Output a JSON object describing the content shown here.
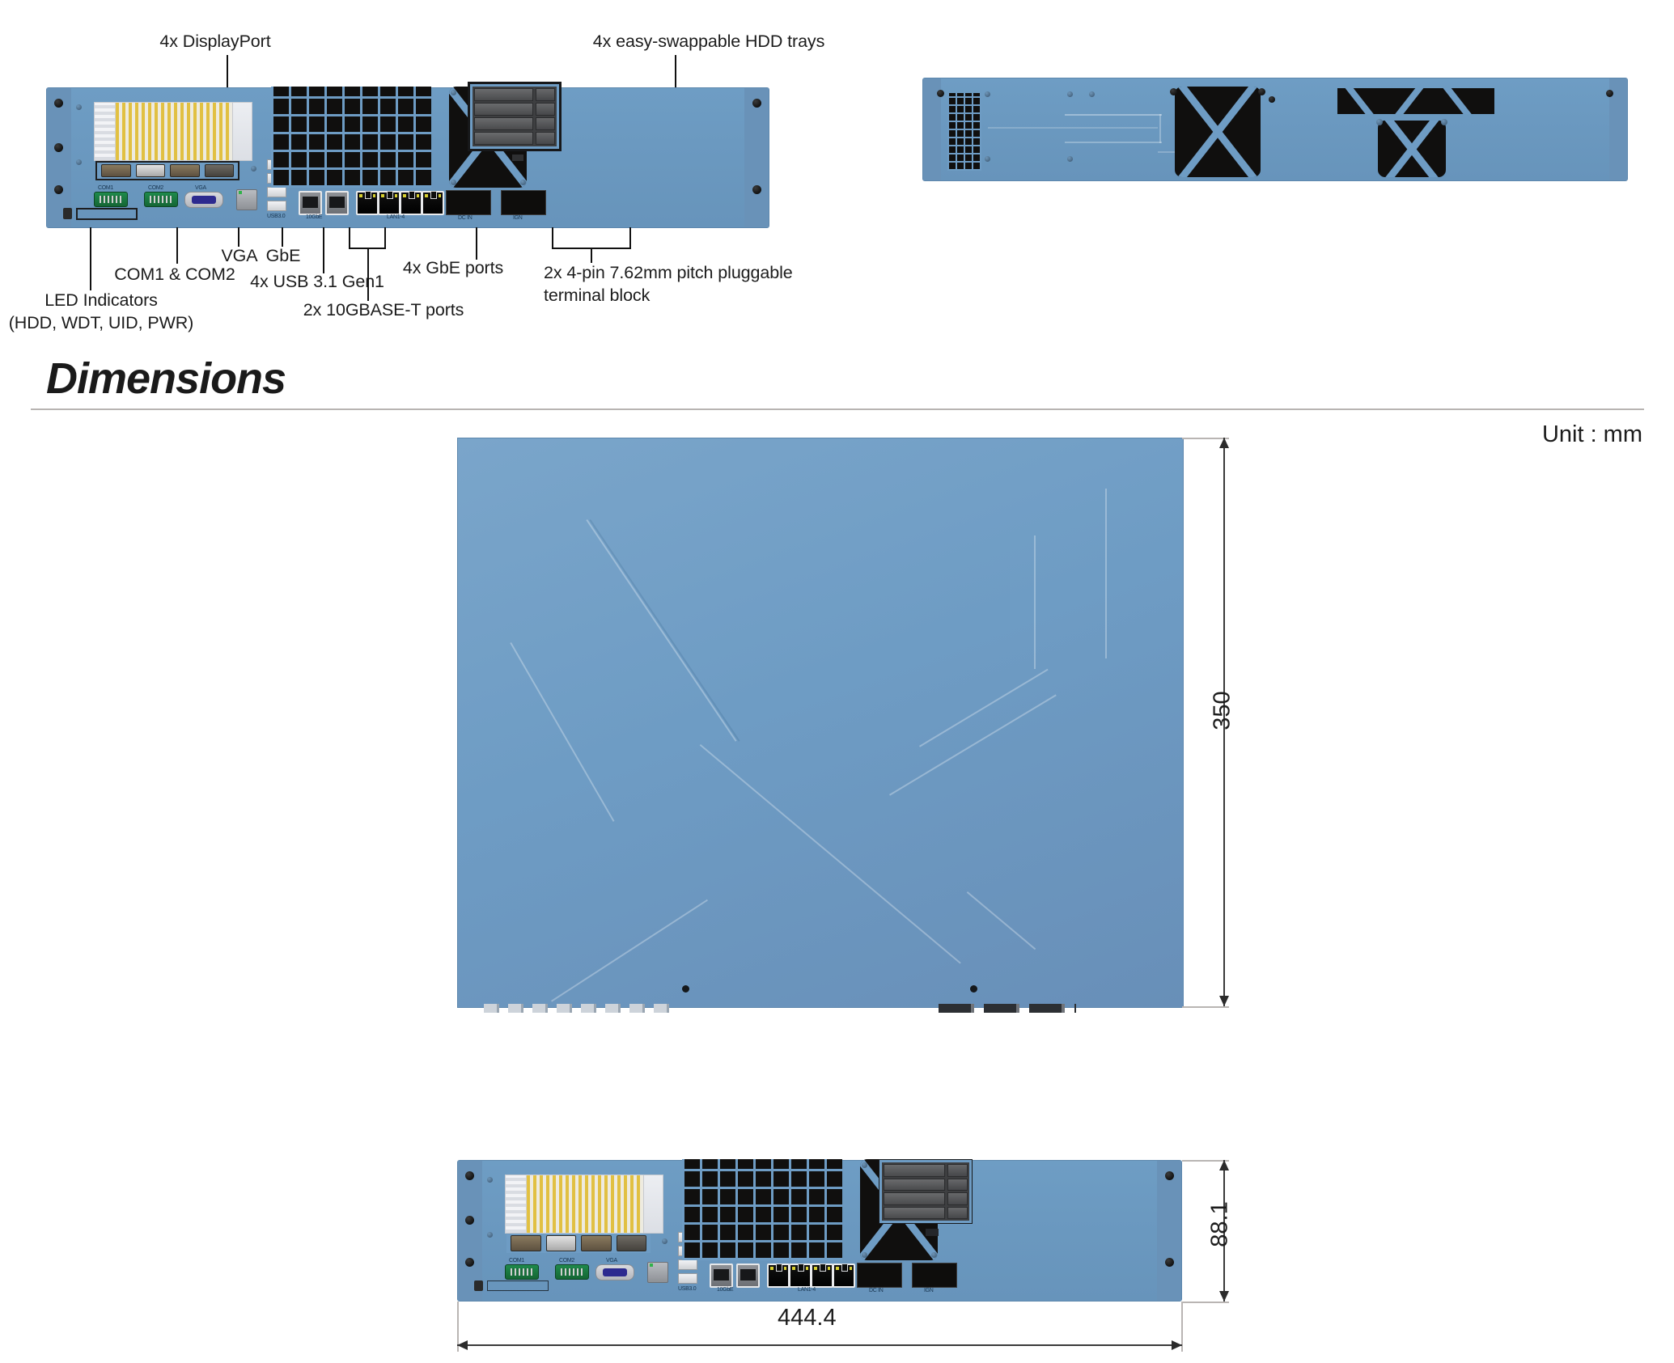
{
  "section": {
    "heading": "Dimensions",
    "unit_label": "Unit : mm"
  },
  "callouts": [
    {
      "id": "displayport",
      "text": "4x DisplayPort"
    },
    {
      "id": "hdd-trays",
      "text": "4x easy-swappable HDD trays"
    },
    {
      "id": "vga",
      "text": "VGA"
    },
    {
      "id": "gbe",
      "text": "GbE"
    },
    {
      "id": "com-ports",
      "text": "COM1 & COM2"
    },
    {
      "id": "led-indicators",
      "text": "LED Indicators\n(HDD, WDT, UID, PWR)"
    },
    {
      "id": "usb",
      "text": "4x USB 3.1 Gen1"
    },
    {
      "id": "tenbase",
      "text": "2x 10GBASE-T ports"
    },
    {
      "id": "gbe-ports",
      "text": "4x GbE ports"
    },
    {
      "id": "terminal-block",
      "text": "2x 4-pin 7.62mm pitch pluggable\nterminal block"
    }
  ],
  "dimensions": {
    "height_mm": "350",
    "front_height_mm": "88.1",
    "width_mm": "444.4"
  },
  "port_silk": {
    "com1": "COM1",
    "com2": "COM2",
    "vga": "VGA",
    "usb": "USB3.0",
    "tenG": "10GbE",
    "lan": "LAN1-4",
    "dc": "DC IN",
    "ignition": "IGN"
  },
  "colors": {
    "chassis_blue": "#6e9cc4",
    "chassis_blue_dark": "#5d87ad",
    "port_black": "#100f0e",
    "com_green": "#1f8a4c",
    "vga_blue": "#2d2a8f",
    "riser_gold": "#e8c33c",
    "rule_grey": "#b8b4b2",
    "text": "#1c1c1c"
  }
}
